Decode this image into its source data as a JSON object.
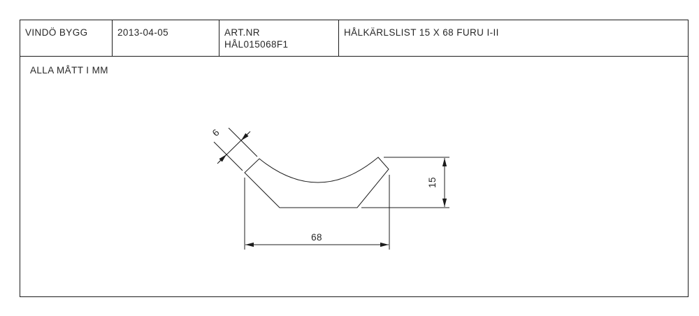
{
  "title_block": {
    "company": "VINDÖ BYGG",
    "date": "2013-04-05",
    "art_label": "ART.NR",
    "art_number": "HÅL015068F1",
    "drawing_title": "HÅLKÄRLSLIST 15 X 68 FURU I-II"
  },
  "drawing": {
    "note": "ALLA MÅTT I MM",
    "dimensions": {
      "overall_width_mm": "68",
      "overall_height_mm": "15",
      "end_face_mm": "6"
    },
    "ink_color": "#1c1c1c"
  }
}
